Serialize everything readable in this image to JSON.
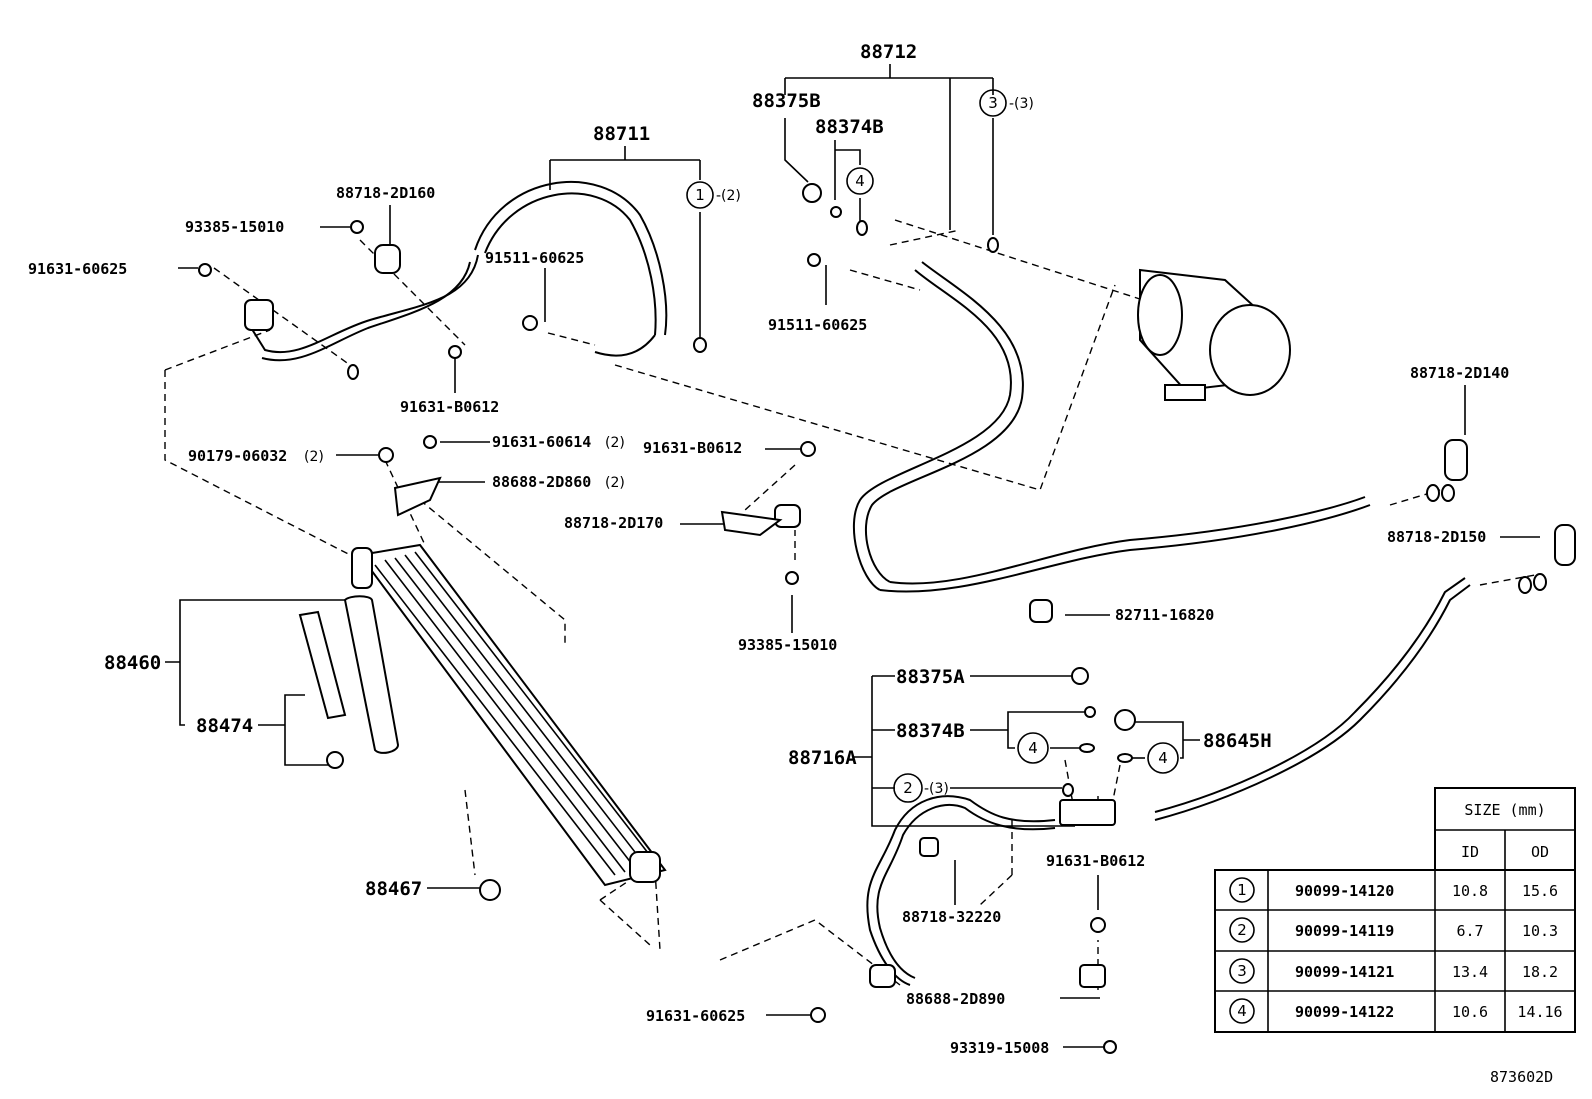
{
  "diagram_id": "873602D",
  "labels": {
    "l88712": "88712",
    "l88375B": "88375B",
    "l88374B_top": "88374B",
    "l88711": "88711",
    "l88718_2D160": "88718-2D160",
    "l93385_15010_top": "93385-15010",
    "l91631_60625_top": "91631-60625",
    "l91511_60625_left": "91511-60625",
    "l91511_60625_right": "91511-60625",
    "l91631_B0612_left": "91631-B0612",
    "l90179_06032": "90179-06032",
    "l91631_60614": "91631-60614",
    "l88688_2D860": "88688-2D860",
    "l91631_B0612_mid": "91631-B0612",
    "l88718_2D170": "88718-2D170",
    "l93385_15010_mid": "93385-15010",
    "l82711_16820": "82711-16820",
    "l88718_2D140": "88718-2D140",
    "l88718_2D150": "88718-2D150",
    "l88460": "88460",
    "l88474": "88474",
    "l88467": "88467",
    "l88375A": "88375A",
    "l88374B_bot": "88374B",
    "l88716A": "88716A",
    "l88645H": "88645H",
    "l91631_B0612_bot": "91631-B0612",
    "l88718_32220": "88718-32220",
    "l91631_60625_bot": "91631-60625",
    "l88688_2D890": "88688-2D890",
    "l93319_15008": "93319-15008"
  },
  "qty": {
    "q90179": "(2)",
    "q91631_60614": "(2)",
    "q88688_2D860": "(2)",
    "q_c1": "-(2)",
    "q_c3": "-(3)",
    "q_c2": "-(3)"
  },
  "circled": {
    "c1": "1",
    "c2": "2",
    "c3": "3",
    "c4a": "4",
    "c4b": "4",
    "c4c": "4"
  },
  "size_table": {
    "header": "SIZE (mm)",
    "col_id": "ID",
    "col_od": "OD",
    "rows": [
      {
        "no": "1",
        "part": "90099-14120",
        "id": "10.8",
        "od": "15.6"
      },
      {
        "no": "2",
        "part": "90099-14119",
        "id": "6.7",
        "od": "10.3"
      },
      {
        "no": "3",
        "part": "90099-14121",
        "id": "13.4",
        "od": "18.2"
      },
      {
        "no": "4",
        "part": "90099-14122",
        "id": "10.6",
        "od": "14.16"
      }
    ]
  }
}
